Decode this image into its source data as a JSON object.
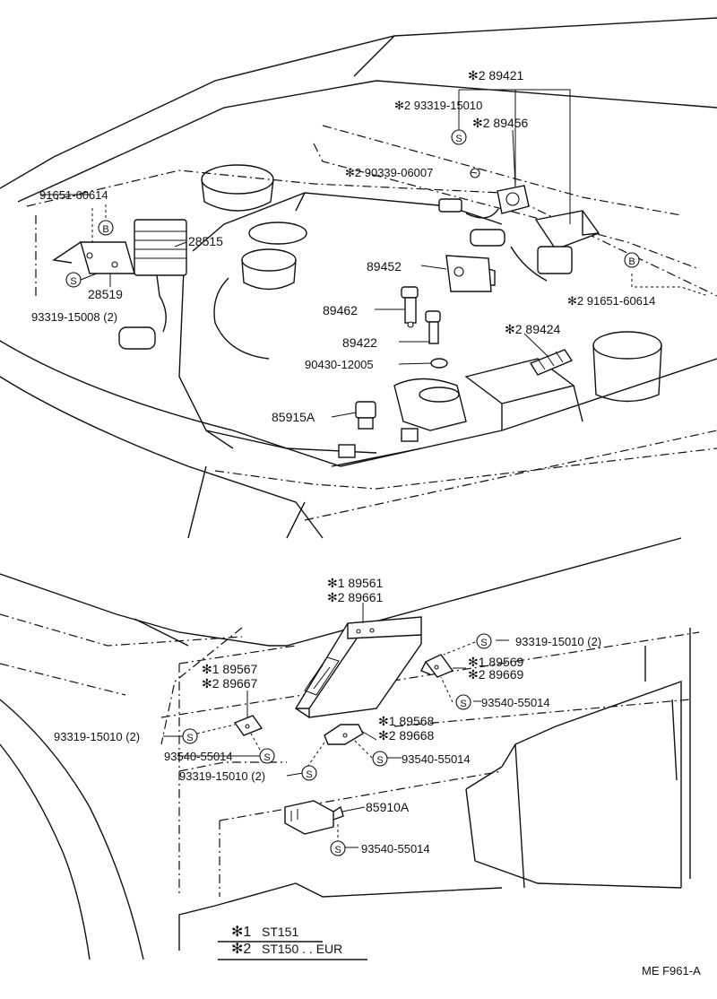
{
  "diagram_id": "ME F961-A",
  "engine_bay": {
    "callouts": {
      "c89421": "✻2 89421",
      "c93319_15010_a": "✻2 93319-15010",
      "c89456": "✻2 89456",
      "c90339": "✻2 90339-06007",
      "c91651_left": "91651-60614",
      "c28515": "28515",
      "c28519": "28519",
      "c93319_15008": "93319-15008 (2)",
      "c89452": "89452",
      "c91651_right": "✻2 91651-60614",
      "c89462": "89462",
      "c89422": "89422",
      "c89424": "✻2 89424",
      "c90430": "90430-12005",
      "c85915": "85915A"
    }
  },
  "cowl": {
    "callouts": {
      "c89561": "✻1 89561",
      "c89661": "✻2 89661",
      "c93319_15010_b": "93319-15010 (2)",
      "c89569": "✻1 89569",
      "c89669": "✻2 89669",
      "c93540_a": "93540-55014",
      "c89567": "✻1 89567",
      "c89667": "✻2 89667",
      "c93319_15010_c": "93319-15010 (2)",
      "c89568": "✻1 89568",
      "c89668": "✻2 89668",
      "c93540_b": "93540-55014",
      "c93540_c": "93540-55014",
      "c93319_15010_d": "93319-15010 (2)",
      "c85910": "85910A",
      "c93540_d": "93540-55014"
    }
  },
  "symbols": {
    "s_mark": "S",
    "b_mark": "B"
  },
  "legend": {
    "row1_key": "✻1",
    "row1_value": "ST151",
    "row2_key": "✻2",
    "row2_value": "ST150 . . EUR"
  }
}
